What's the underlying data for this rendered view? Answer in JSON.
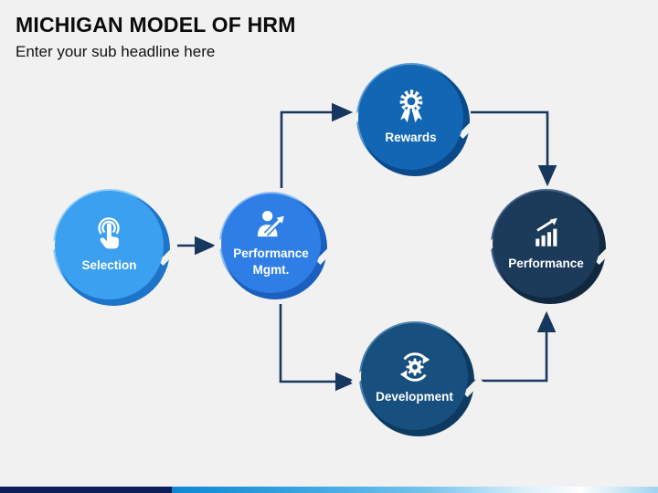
{
  "header": {
    "title": "MICHIGAN MODEL OF HRM",
    "subtitle": "Enter your sub headline here"
  },
  "background_color": "#F1F1F2",
  "diagram": {
    "arrow_color": "#17375E",
    "nodes": [
      {
        "id": "selection",
        "label": "Selection",
        "icon": "tap-icon",
        "fill": "#3BA0F0",
        "ring_dark": "#1D74C8",
        "ring_light": "#8FCBF5",
        "text_color": "#FFFFFF"
      },
      {
        "id": "performance-mgmt",
        "label_line1": "Performance",
        "label_line2": "Mgmt.",
        "icon": "person-growth-icon",
        "fill": "#2E7EE6",
        "ring_dark": "#1B60BE",
        "ring_light": "#8FBDF2",
        "text_color": "#FFFFFF"
      },
      {
        "id": "rewards",
        "label": "Rewards",
        "icon": "award-ribbon-icon",
        "fill": "#1266B4",
        "ring_dark": "#0A4A8A",
        "ring_light": "#5499D2",
        "text_color": "#FFFFFF"
      },
      {
        "id": "development",
        "label": "Development",
        "icon": "gear-cycle-icon",
        "fill": "#174F7E",
        "ring_dark": "#0E3A60",
        "ring_light": "#4981AE",
        "text_color": "#FFFFFF"
      },
      {
        "id": "performance",
        "label": "Performance",
        "icon": "bar-chart-growth-icon",
        "fill": "#1C3A59",
        "ring_dark": "#11283F",
        "ring_light": "#42638A",
        "text_color": "#FFFFFF"
      }
    ],
    "connections": [
      {
        "from": "selection",
        "to": "performance-mgmt"
      },
      {
        "from": "performance-mgmt",
        "to": "rewards"
      },
      {
        "from": "rewards",
        "to": "performance"
      },
      {
        "from": "performance-mgmt",
        "to": "development"
      },
      {
        "from": "development",
        "to": "performance"
      }
    ]
  },
  "footer": {
    "bar_left_color": "#0A1E5A",
    "bar_gradient_stops": [
      "#0E87D3 0%",
      "#35A3E0 25%",
      "#74C3EC 52%",
      "#D8EEFA 72%",
      "#FDFEFF 84%",
      "#9FD3EF 100%"
    ]
  }
}
